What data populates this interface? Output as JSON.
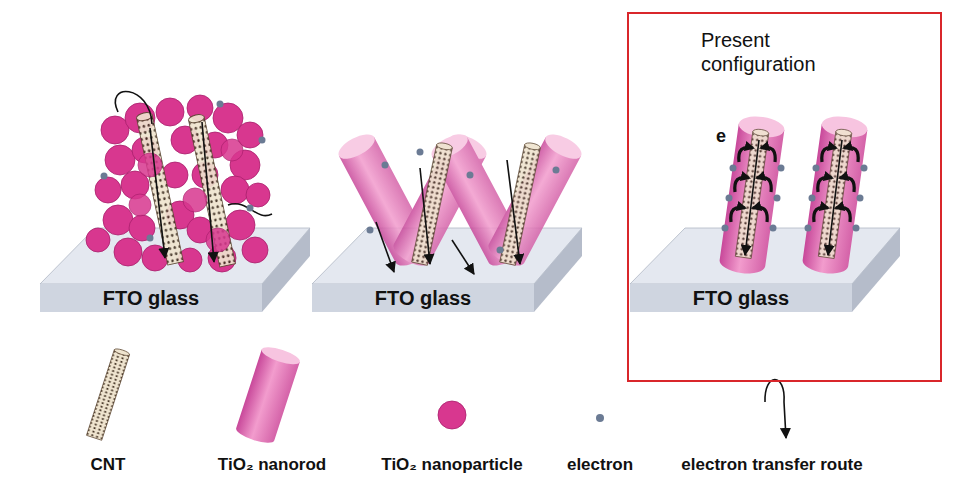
{
  "diagram": {
    "nodes": [
      {
        "text": [
          "FTO glass"
        ]
      },
      {
        "text": [
          "FTO glass"
        ]
      },
      {
        "text": [
          "Present configuration"
        ]
      },
      {
        "text": [
          "FTO glass"
        ],
        "in": 2
      }
    ],
    "labels": [
      "e"
    ],
    "legend": [
      {
        "text": "CNT"
      },
      {
        "text": "TiO₂ nanorod"
      },
      {
        "text": "TiO₂ nanoparticle"
      },
      {
        "text": "electron"
      },
      {
        "text": "electron transfer route"
      }
    ]
  }
}
